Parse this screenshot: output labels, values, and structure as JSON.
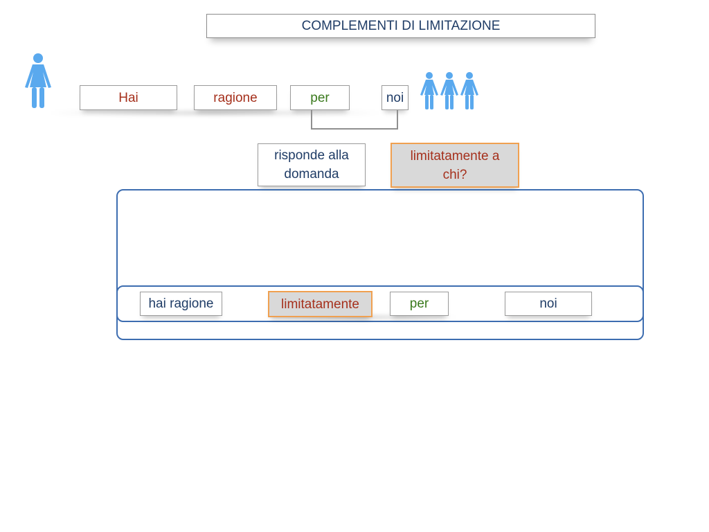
{
  "title": "COMPLEMENTI DI LIMITAZIONE",
  "sentence": {
    "w1": "Hai",
    "w2": "ragione",
    "w3": "per",
    "w4": "noi"
  },
  "question": {
    "left": "risponde alla domanda",
    "right": "limitatamente a chi?"
  },
  "result": {
    "r1": "hai ragione",
    "r2": "limitatamente",
    "r3": "per",
    "r4": "noi"
  },
  "colors": {
    "accent_blue": "#3d6db0",
    "figure_blue": "#5aa9ee",
    "highlight_orange": "#f0a050",
    "word_red": "#a5301c",
    "word_green": "#3b7a1e",
    "word_navy": "#1f3c66"
  },
  "icons": {
    "single": "woman-figure-icon",
    "group": "group-of-women-icon"
  }
}
